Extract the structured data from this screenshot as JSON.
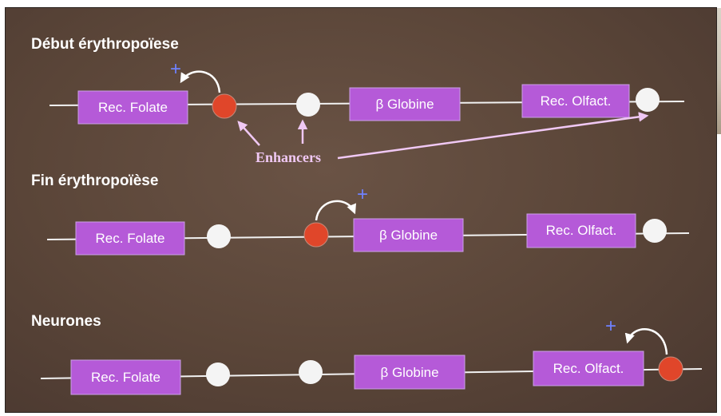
{
  "colors": {
    "background": "#5a4538",
    "gene_box": "#b55ad8",
    "dna_line": "#f2f2f2",
    "enhancer_active": "#e0462a",
    "enhancer_inactive": "#f4f4f4",
    "plus_sign": "#6f82ff",
    "enhancers_label": "#f0c8f4"
  },
  "sections": [
    {
      "title": "Début érythropoïese",
      "genes": [
        "Rec. Folate",
        "β Globine",
        "Rec. Olfact."
      ],
      "enhancer_states": [
        "active",
        "inactive",
        "inactive"
      ],
      "activated_gene": "Rec. Folate",
      "plus": "+",
      "enhancers_label": "Enhancers"
    },
    {
      "title": "Fin érythropoïèse",
      "genes": [
        "Rec. Folate",
        "β Globine",
        "Rec. Olfact."
      ],
      "enhancer_states": [
        "inactive",
        "active",
        "inactive"
      ],
      "activated_gene": "β Globine",
      "plus": "+"
    },
    {
      "title": "Neurones",
      "genes": [
        "Rec. Folate",
        "β Globine",
        "Rec. Olfact."
      ],
      "enhancer_states": [
        "inactive",
        "inactive",
        "active"
      ],
      "activated_gene": "Rec. Olfact.",
      "plus": "+"
    }
  ]
}
